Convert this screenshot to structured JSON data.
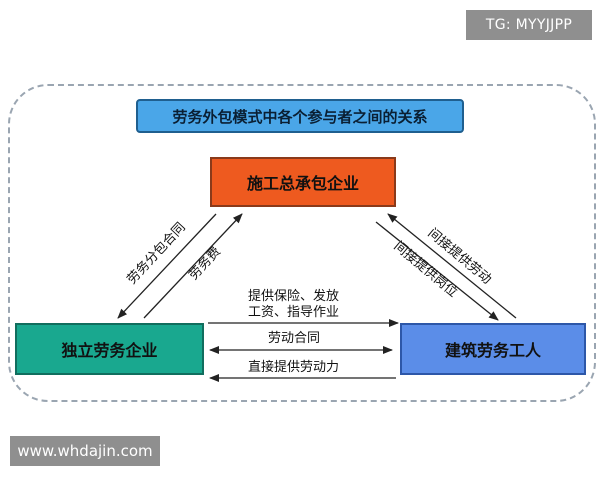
{
  "watermark_top": "TG: MYYJJPP",
  "watermark_bottom": "www.whdajin.com",
  "title": "劳务外包模式中各个参与者之间的关系",
  "nodes": {
    "top": "施工总承包企业",
    "left": "独立劳务企业",
    "right": "建筑劳务工人"
  },
  "edges": {
    "left_outer": "劳务分包合同",
    "left_inner": "劳务费",
    "right_outer": "间接提供劳动",
    "right_inner": "间接提供岗位",
    "bottom_1_line1": "提供保险、发放",
    "bottom_1_line2": "工资、指导作业",
    "bottom_2": "劳动合同",
    "bottom_3": "直接提供劳动力"
  },
  "colors": {
    "title_fill": "#4aa6e8",
    "top_fill": "#ee5a1f",
    "left_fill": "#19a88f",
    "right_fill": "#5b8de8",
    "frame_border": "#9aa5b1"
  }
}
